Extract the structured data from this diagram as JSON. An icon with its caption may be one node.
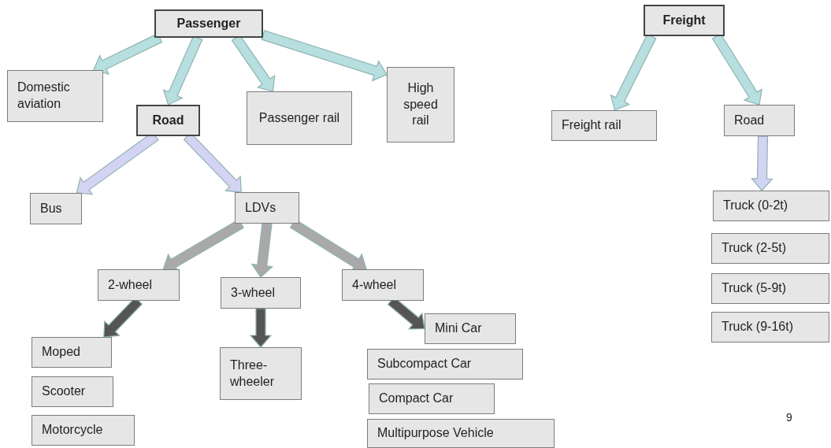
{
  "diagram": {
    "nodes": [
      {
        "text": [
          "Passenger"
        ]
      },
      {
        "text": [
          "Domestic aviation"
        ]
      },
      {
        "text": [
          "Road"
        ]
      },
      {
        "text": [
          "Passenger rail"
        ]
      },
      {
        "text": [
          "High speed rail"
        ]
      },
      {
        "text": [
          "Freight"
        ]
      },
      {
        "text": [
          "Freight rail"
        ]
      },
      {
        "text": [
          "Road"
        ]
      },
      {
        "text": [
          "Bus"
        ]
      },
      {
        "text": [
          "LDVs"
        ]
      },
      {
        "text": [
          "2-wheel"
        ]
      },
      {
        "text": [
          "3-wheel"
        ]
      },
      {
        "text": [
          "4-wheel"
        ]
      },
      {
        "text": [
          "Moped"
        ]
      },
      {
        "text": [
          "Scooter"
        ]
      },
      {
        "text": [
          "Motorcycle"
        ]
      },
      {
        "text": [
          "Three-wheeler"
        ]
      },
      {
        "text": [
          "Mini Car"
        ]
      },
      {
        "text": [
          "Subcompact Car"
        ]
      },
      {
        "text": [
          "Compact Car"
        ]
      },
      {
        "text": [
          "Multipurpose Vehicle"
        ]
      },
      {
        "text": [
          "Truck (0-2t)"
        ]
      },
      {
        "text": [
          "Truck (2-5t)"
        ]
      },
      {
        "text": [
          "Truck (5-9t)"
        ]
      },
      {
        "text": [
          "Truck (9-16t)"
        ]
      }
    ],
    "edges": [
      {
        "from": 0,
        "to": 1,
        "arrow": "to"
      },
      {
        "from": 0,
        "to": 2,
        "arrow": "to"
      },
      {
        "from": 0,
        "to": 3,
        "arrow": "to"
      },
      {
        "from": 0,
        "to": 4,
        "arrow": "to"
      },
      {
        "from": 5,
        "to": 6,
        "arrow": "to"
      },
      {
        "from": 5,
        "to": 7,
        "arrow": "to"
      },
      {
        "from": 2,
        "to": 8,
        "arrow": "to",
        "color": "#d3d3f3"
      },
      {
        "from": 2,
        "to": 9,
        "arrow": "to",
        "color": "#d3d3f3"
      },
      {
        "from": 9,
        "to": 10,
        "arrow": "to",
        "color": "#a9a9a9"
      },
      {
        "from": 9,
        "to": 11,
        "arrow": "to",
        "color": "#a9a9a9"
      },
      {
        "from": 9,
        "to": 12,
        "arrow": "to",
        "color": "#a9a9a9"
      },
      {
        "from": 10,
        "to": 13,
        "arrow": "to",
        "color": "#555555"
      },
      {
        "from": 11,
        "to": 16,
        "arrow": "to",
        "color": "#555555"
      },
      {
        "from": 12,
        "to": 17,
        "arrow": "to",
        "color": "#555555"
      },
      {
        "from": 7,
        "to": 21,
        "arrow": "to",
        "color": "#d3d3f3"
      }
    ],
    "labels": [
      "9"
    ]
  }
}
